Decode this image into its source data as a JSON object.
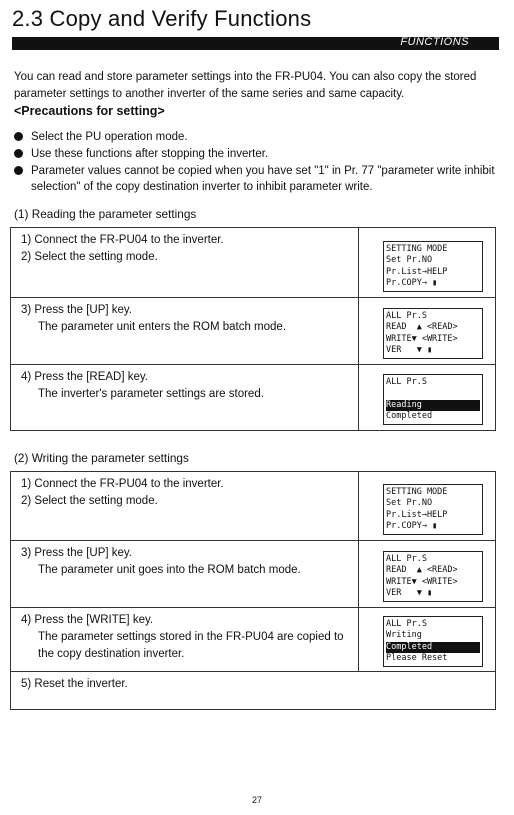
{
  "header": {
    "title": "2.3 Copy and Verify Functions",
    "band_label": "FUNCTIONS"
  },
  "intro": "You can read and store parameter settings into the FR-PU04. You can also copy the stored parameter settings to another inverter of the same series and same capacity.",
  "precautions": {
    "heading": "<Precautions for setting>",
    "items": [
      "Select the PU operation mode.",
      "Use these functions after stopping the inverter.",
      "Parameter values cannot be copied when you have set \"1\" in Pr. 77 \"parameter write inhibit selection\" of the copy destination inverter to inhibit parameter write."
    ]
  },
  "reading": {
    "title": "(1) Reading the parameter settings",
    "steps": [
      {
        "lines": [
          "1) Connect the FR-PU04 to the inverter.",
          "2) Select the setting mode."
        ],
        "lcd": [
          "SETTING MODE",
          "Set Pr.NO",
          "Pr.List→HELP",
          "Pr.COPY→ ▮"
        ],
        "inverted": []
      },
      {
        "lines": [
          "3) Press the [UP] key.",
          "The parameter unit enters the ROM batch mode."
        ],
        "lcd": [
          "ALL Pr.S",
          "READ  ▲ <READ>",
          "WRITE▼ <WRITE>",
          "VER   ▼ ▮"
        ],
        "inverted": []
      },
      {
        "lines": [
          "4) Press the [READ] key.",
          "The inverter's parameter settings are stored."
        ],
        "lcd": [
          "ALL Pr.S",
          "",
          "Reading",
          "Completed"
        ],
        "inverted": [
          2
        ]
      }
    ]
  },
  "writing": {
    "title": "(2) Writing the parameter settings",
    "steps": [
      {
        "lines": [
          "1) Connect the FR-PU04 to the inverter.",
          "2) Select the setting mode."
        ],
        "lcd": [
          "SETTING MODE",
          "Set Pr.NO",
          "Pr.List→HELP",
          "Pr.COPY→ ▮"
        ],
        "inverted": []
      },
      {
        "lines": [
          "3) Press the [UP] key.",
          "The parameter unit goes into the ROM batch mode."
        ],
        "lcd": [
          "ALL Pr.S",
          "READ  ▲ <READ>",
          "WRITE▼ <WRITE>",
          "VER   ▼ ▮"
        ],
        "inverted": []
      },
      {
        "lines": [
          "4) Press the [WRITE] key.",
          "The parameter settings stored in the FR-PU04 are copied to",
          "the copy destination inverter."
        ],
        "lcd": [
          "ALL Pr.S",
          "Writing",
          "Completed",
          "Please Reset"
        ],
        "inverted": [
          2
        ]
      },
      {
        "lines": [
          "5) Reset the inverter."
        ],
        "lcd": null,
        "inverted": []
      }
    ]
  },
  "footer": {
    "page_number": "27"
  }
}
